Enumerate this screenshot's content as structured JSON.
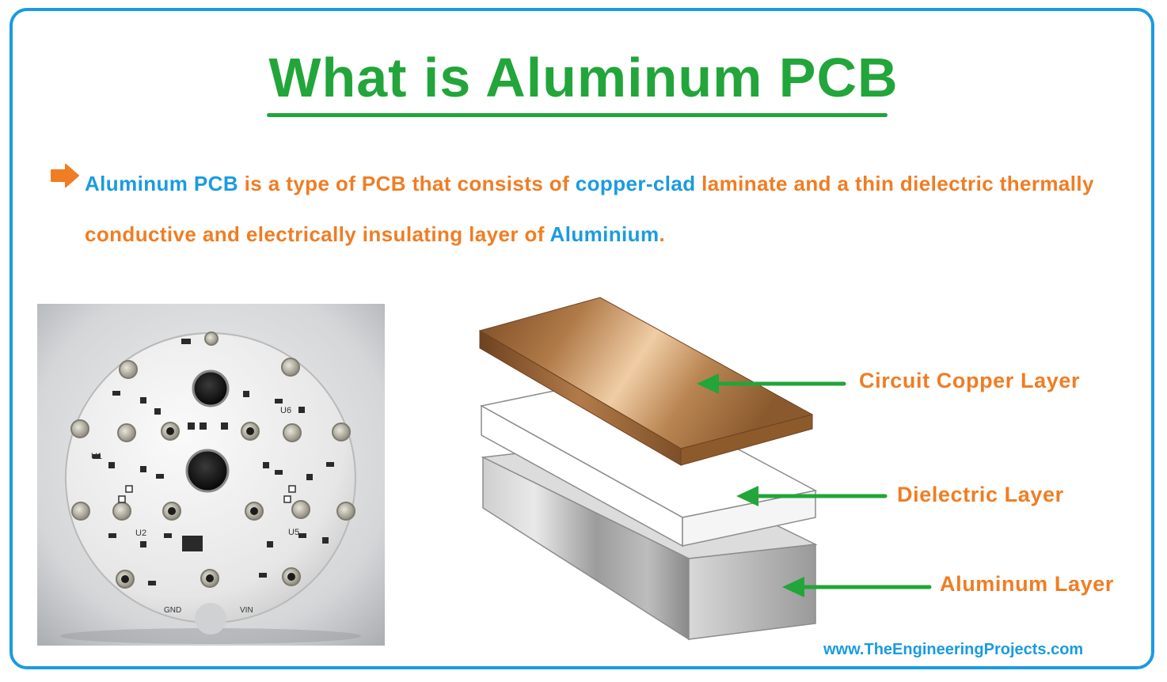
{
  "title": "What is Aluminum PCB",
  "description": {
    "part1": "Aluminum PCB",
    "part2": " is a type of PCB that consists of ",
    "part3": "copper-clad",
    "part4": " laminate and a thin dielectric thermally conductive and electrically insulating layer of ",
    "part5": "Aluminium",
    "part6": "."
  },
  "labels": {
    "copper": "Circuit Copper Layer",
    "dielectric": "Dielectric Layer",
    "aluminum": "Aluminum Layer"
  },
  "pcb_silkscreen": {
    "u1": "U1",
    "u2": "U2",
    "u5": "U5",
    "u6": "U6",
    "gnd": "GND",
    "vin": "VIN"
  },
  "website": "www.TheEngineeringProjects.com",
  "colors": {
    "title_green": "#22a53a",
    "text_orange": "#f07d23",
    "accent_blue": "#1a9be0",
    "arrow_green": "#22a53a",
    "copper": "#c08a55"
  },
  "icons": [
    "right-arrow-icon"
  ]
}
